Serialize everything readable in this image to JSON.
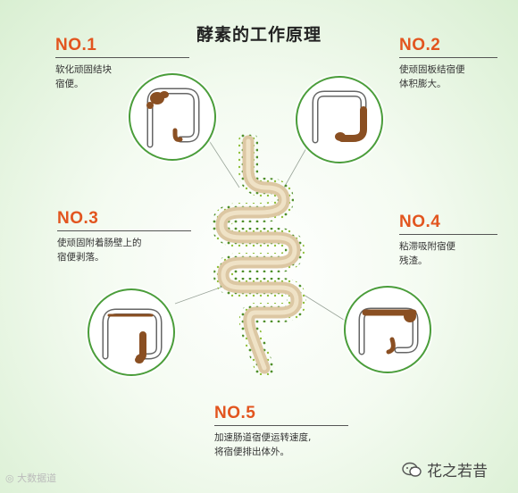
{
  "title": "酵素的工作原理",
  "steps": [
    {
      "num": "NO.1",
      "desc": "软化顽固结块\n宿便。"
    },
    {
      "num": "NO.2",
      "desc": "使顽固板结宿便\n体积膨大。"
    },
    {
      "num": "NO.3",
      "desc": "使顽固附着肠壁上的\n宿便剥落。"
    },
    {
      "num": "NO.4",
      "desc": "粘滞吸附宿便\n残渣。"
    },
    {
      "num": "NO.5",
      "desc": "加速肠道宿便运转速度,\n将宿便排出体外。"
    }
  ],
  "watermark_left": "大数据道",
  "watermark_right": "花之若昔",
  "colors": {
    "accent": "#e2551f",
    "ring": "#4a9d3a",
    "stool": "#8a4f22"
  }
}
